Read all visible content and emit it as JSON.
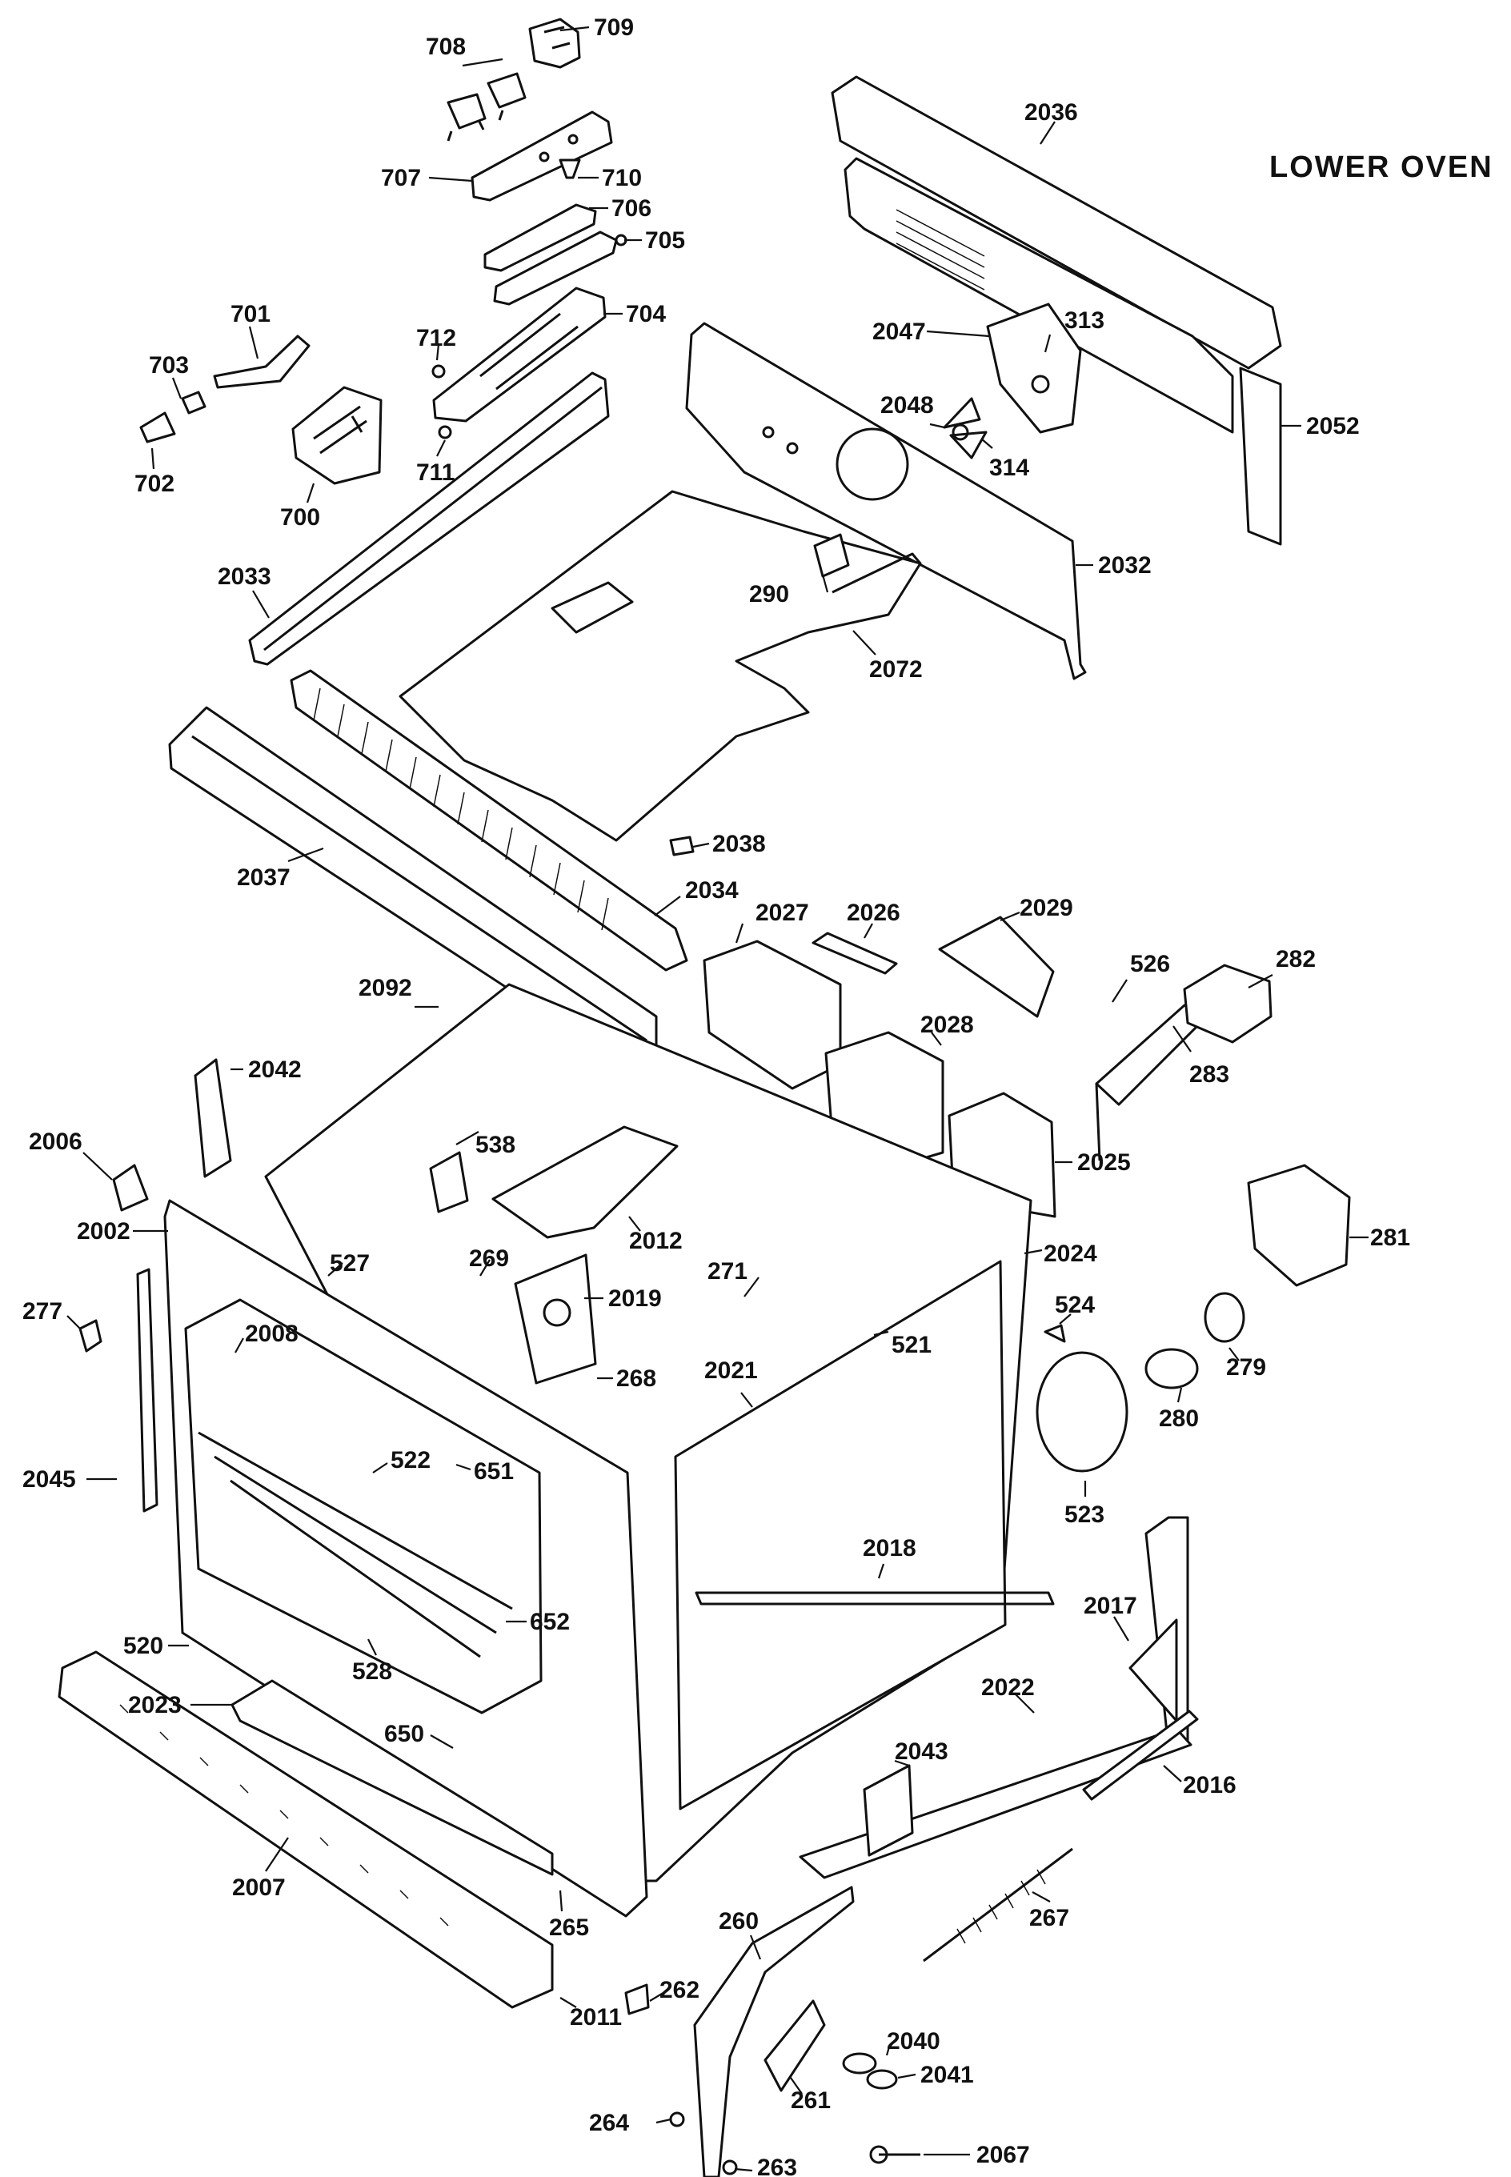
{
  "title": "LOWER OVEN",
  "callouts": {
    "c709": "709",
    "c708": "708",
    "c707": "707",
    "c710": "710",
    "c706": "706",
    "c705": "705",
    "c704": "704",
    "c701": "701",
    "c703": "703",
    "c702": "702",
    "c700": "700",
    "c711": "711",
    "c712": "712",
    "c2036": "2036",
    "c2047": "2047",
    "c313": "313",
    "c2048": "2048",
    "c314": "314",
    "c2052": "2052",
    "c2032": "2032",
    "c2033": "2033",
    "c290": "290",
    "c2072": "2072",
    "c2037": "2037",
    "c2038": "2038",
    "c2034": "2034",
    "c2027": "2027",
    "c2026": "2026",
    "c2029": "2029",
    "c526": "526",
    "c282": "282",
    "c283": "283",
    "c2028": "2028",
    "c2092": "2092",
    "c2042": "2042",
    "c2006": "2006",
    "c538": "538",
    "c2025": "2025",
    "c2002": "2002",
    "c2012": "2012",
    "c269": "269",
    "c2019": "2019",
    "c271": "271",
    "c2024": "2024",
    "c281": "281",
    "c527": "527",
    "c277": "277",
    "c2008": "2008",
    "c268": "268",
    "c2021": "2021",
    "c521": "521",
    "c524": "524",
    "c279": "279",
    "c280": "280",
    "c522": "522",
    "c651": "651",
    "c2045": "2045",
    "c523": "523",
    "c2018": "2018",
    "c652": "652",
    "c2017": "2017",
    "c520": "520",
    "c528": "528",
    "c2022": "2022",
    "c2023": "2023",
    "c650": "650",
    "c2043": "2043",
    "c2016": "2016",
    "c2007": "2007",
    "c265": "265",
    "c267": "267",
    "c260": "260",
    "c262": "262",
    "c2040": "2040",
    "c2011": "2011",
    "c2041": "2041",
    "c261": "261",
    "c264": "264",
    "c2067": "2067",
    "c263": "263"
  }
}
